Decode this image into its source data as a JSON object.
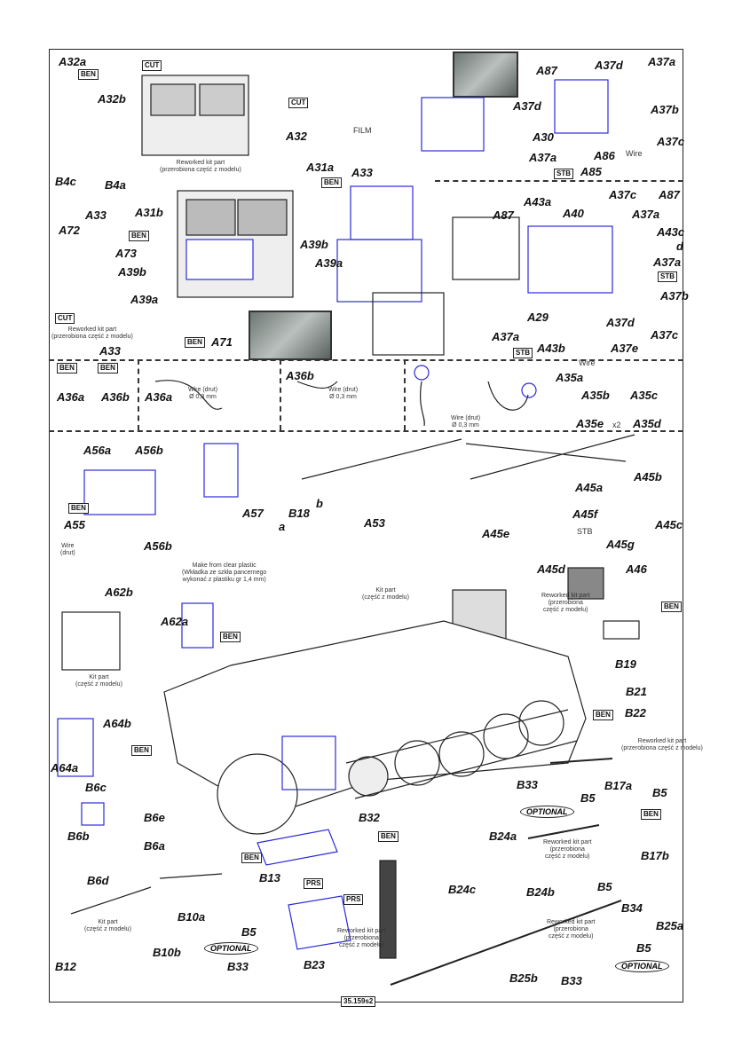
{
  "colors": {
    "part_highlight": "#2b2bd8",
    "outline": "#222222",
    "frame": "#222222"
  },
  "labels": [
    "A32a",
    "BEN",
    "A32b",
    "CUT",
    "CUT",
    "A32",
    "Reworked kit part\n(przerobiona część z modelu)",
    "FILM",
    "A37d",
    "A87",
    "A37d",
    "A37a",
    "A37b",
    "A30",
    "A37c",
    "A86",
    "Wire",
    "A37a",
    "A85",
    "STB",
    "A31a",
    "A33",
    "BEN",
    "B4c",
    "B4a",
    "A33",
    "A31b",
    "A72",
    "BEN",
    "A73",
    "A39b",
    "A39b",
    "A39a",
    "A39a",
    "CUT",
    "Reworked kit part\n(przerobiona część z modelu)",
    "A33",
    "BEN",
    "A71",
    "A87",
    "A43a",
    "A40",
    "A37c",
    "A87",
    "A37a",
    "A43c",
    "d",
    "A37a",
    "STB",
    "A37b",
    "A29",
    "A37d",
    "A37e",
    "A37c",
    "A37a",
    "STB",
    "A43b",
    "Wire",
    "BEN",
    "BEN",
    "A36a",
    "A36b",
    "A36a",
    "A36b",
    "Wire (drut)\nØ 0,3 mm",
    "Wire (drut)\nØ 0,3 mm",
    "Wire (drut)\nØ 0,3 mm",
    "A35a",
    "A35b",
    "A35c",
    "A35e",
    "x2",
    "A35d",
    "A56a",
    "A56b",
    "BEN",
    "A55",
    "A56b",
    "A57",
    "Make from clear plastic\n(Wkładka ze szkła pancernego\nwykonać z plastiku gr 1,4 mm)",
    "B18",
    "b",
    "a",
    "A53",
    "Kit part\n(część z modelu)",
    "A45a",
    "A45b",
    "A45f",
    "STB",
    "A45g",
    "A45c",
    "A45e",
    "A45d",
    "A46",
    "Reworked kit part\n(przerobiona\nczęść z modelu)",
    "BEN",
    "Wire\n(drut)",
    "A62b",
    "A62a",
    "BEN",
    "Kit part\n(część z modelu)",
    "B19",
    "B21",
    "B22",
    "BEN",
    "A64b",
    "BEN",
    "A64a",
    "Reworked kit part\n(przerobiona część z modelu)",
    "B6c",
    "B6e",
    "B6b",
    "B6a",
    "B33",
    "OPTIONAL",
    "B5",
    "B17a",
    "B5",
    "BEN",
    "B32",
    "BEN",
    "B24a",
    "Reworked kit part\n(przerobiona\nczęść z modelu)",
    "B24c",
    "B24b",
    "B17b",
    "B5",
    "B34",
    "B13",
    "BEN",
    "PRS",
    "PRS",
    "B6d",
    "B10a",
    "B5",
    "OPTIONAL",
    "B33",
    "Kit part\n(część z modelu)",
    "B12",
    "B10b",
    "B23",
    "Reworked kit part\n(przerobiona\nczęść z modelu)",
    "35.159s2",
    "B25b",
    "B33",
    "Reworked kit part\n(przerobiona\nczęść z modelu)",
    "B25a",
    "B5",
    "OPTIONAL"
  ]
}
